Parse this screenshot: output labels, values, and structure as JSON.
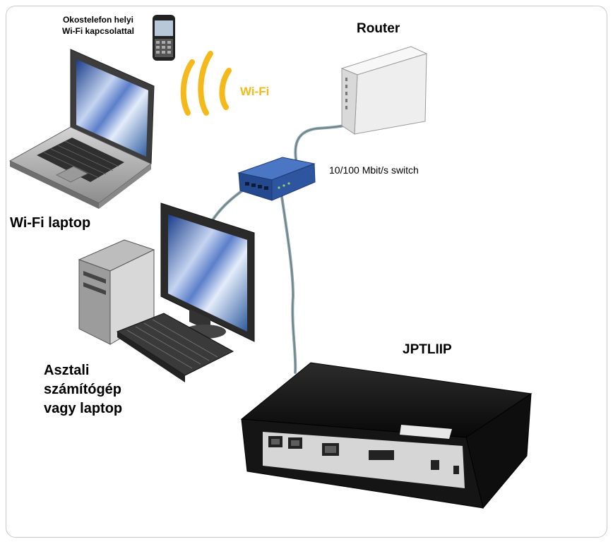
{
  "labels": {
    "phone_line1": "Okostelefon helyi",
    "phone_line2": "Wi-Fi kapcsolattal",
    "router": "Router",
    "wifi": "Wi-Fi",
    "switch": "10/100 Mbit/s switch",
    "wifi_laptop": "Wi-Fi laptop",
    "desktop_line1": "Asztali",
    "desktop_line2": "számítógép",
    "desktop_line3": "vagy laptop",
    "jptliip": "JPTLIIP"
  },
  "colors": {
    "wifi_waves": "#f5b91c",
    "cable": "#8aa2a9",
    "switch_body": "#2e55a0",
    "device_body": "#111111",
    "router_body": "#eeeeee"
  },
  "icons": [
    "smartphone-icon",
    "wifi-waves-icon",
    "router-icon",
    "network-switch-icon",
    "laptop-icon",
    "desktop-computer-icon",
    "jptliip-device-icon"
  ]
}
